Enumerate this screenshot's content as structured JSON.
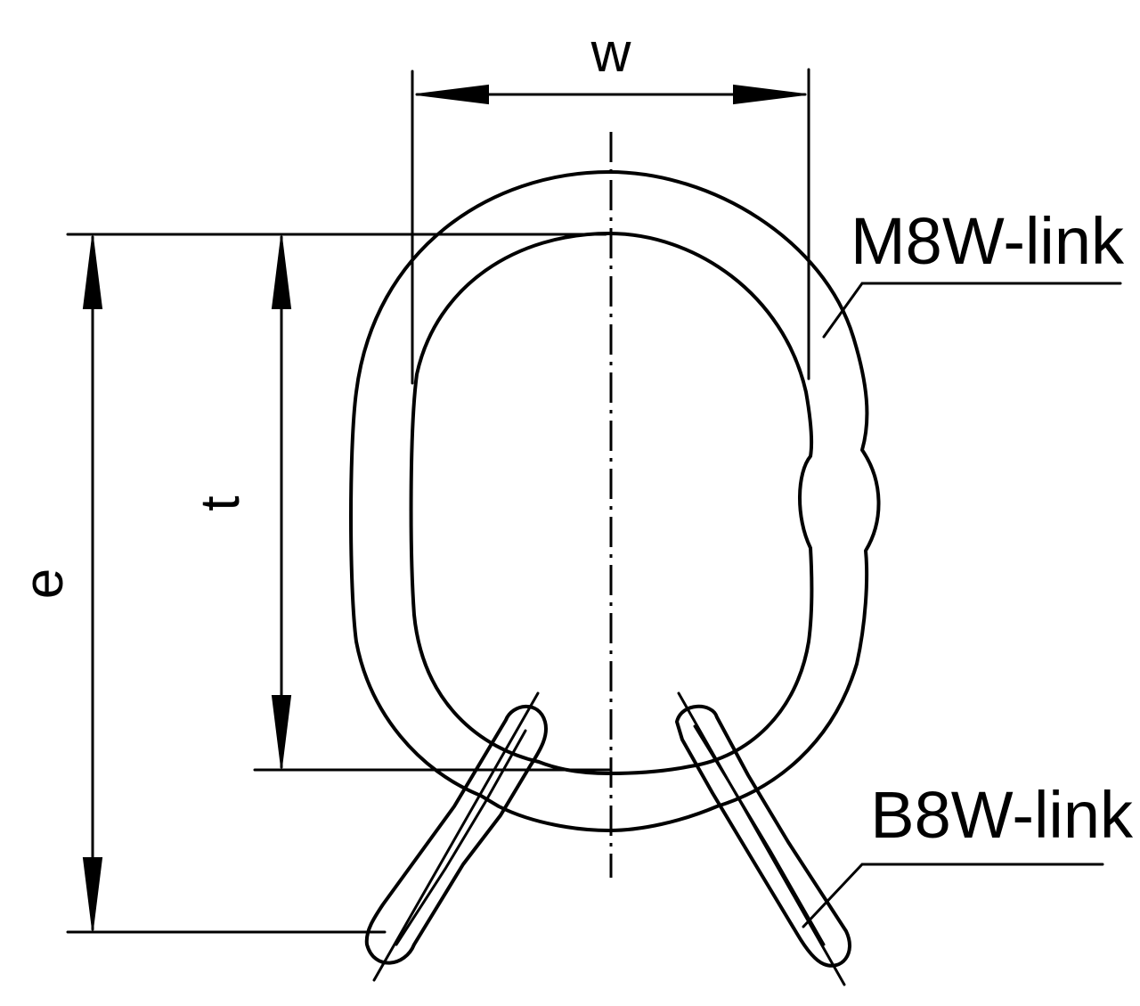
{
  "labels": {
    "master_link": "M8W-link",
    "connecting_link": "B8W-link",
    "width_dim": "w",
    "inner_length_dim": "t",
    "outer_length_dim": "e"
  },
  "colors": {
    "line": "#000000",
    "background": "#ffffff"
  }
}
